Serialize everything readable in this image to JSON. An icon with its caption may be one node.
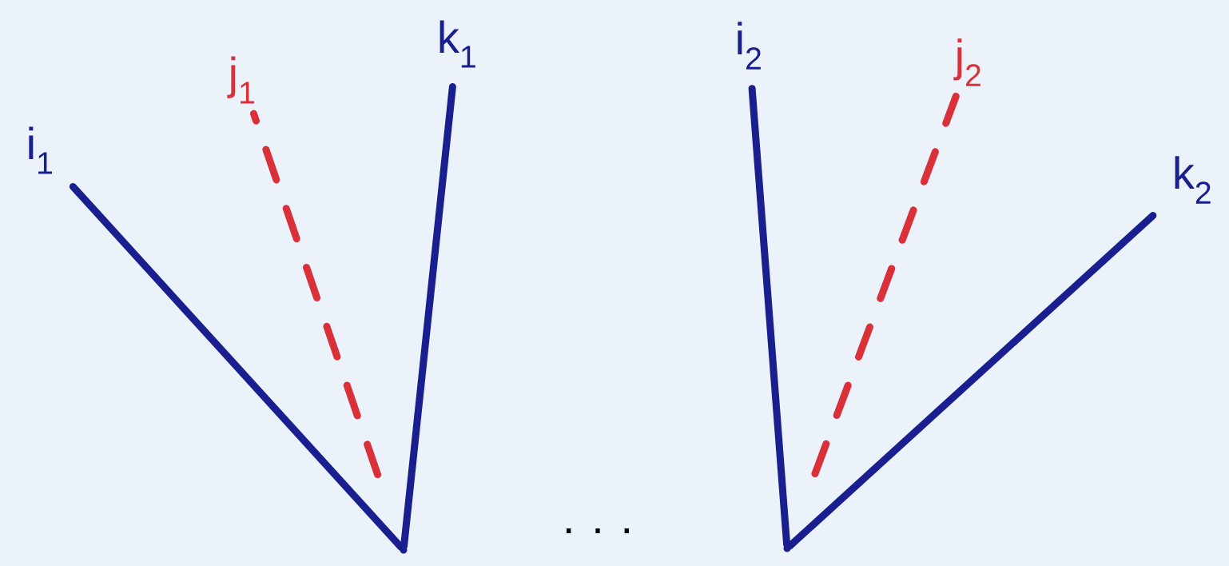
{
  "diagram": {
    "nodes": [
      {
        "text": [
          "i$_{1}$"
        ]
      },
      {
        "text": [
          "j$_{1}$"
        ]
      },
      {
        "text": [
          "k$_{1}$"
        ]
      },
      {
        "text": [
          "i$_{2}$"
        ]
      },
      {
        "text": [
          "j$_{2}$"
        ]
      },
      {
        "text": [
          "k$_{2}$"
        ]
      },
      {
        "text": [],
        "shape": "point"
      },
      {
        "text": [],
        "shape": "point"
      }
    ],
    "edges": [
      {
        "from": 6,
        "to": 0,
        "arrow": "none"
      },
      {
        "from": 6,
        "to": 1,
        "arrow": "none",
        "style": "dashed",
        "color": "#d9303a"
      },
      {
        "from": 6,
        "to": 2,
        "arrow": "none"
      },
      {
        "from": 7,
        "to": 3,
        "arrow": "none"
      },
      {
        "from": 7,
        "to": 4,
        "arrow": "none",
        "style": "dashed",
        "color": "#d9303a"
      },
      {
        "from": 7,
        "to": 5,
        "arrow": "none"
      }
    ],
    "labels": [
      ". . ."
    ]
  }
}
